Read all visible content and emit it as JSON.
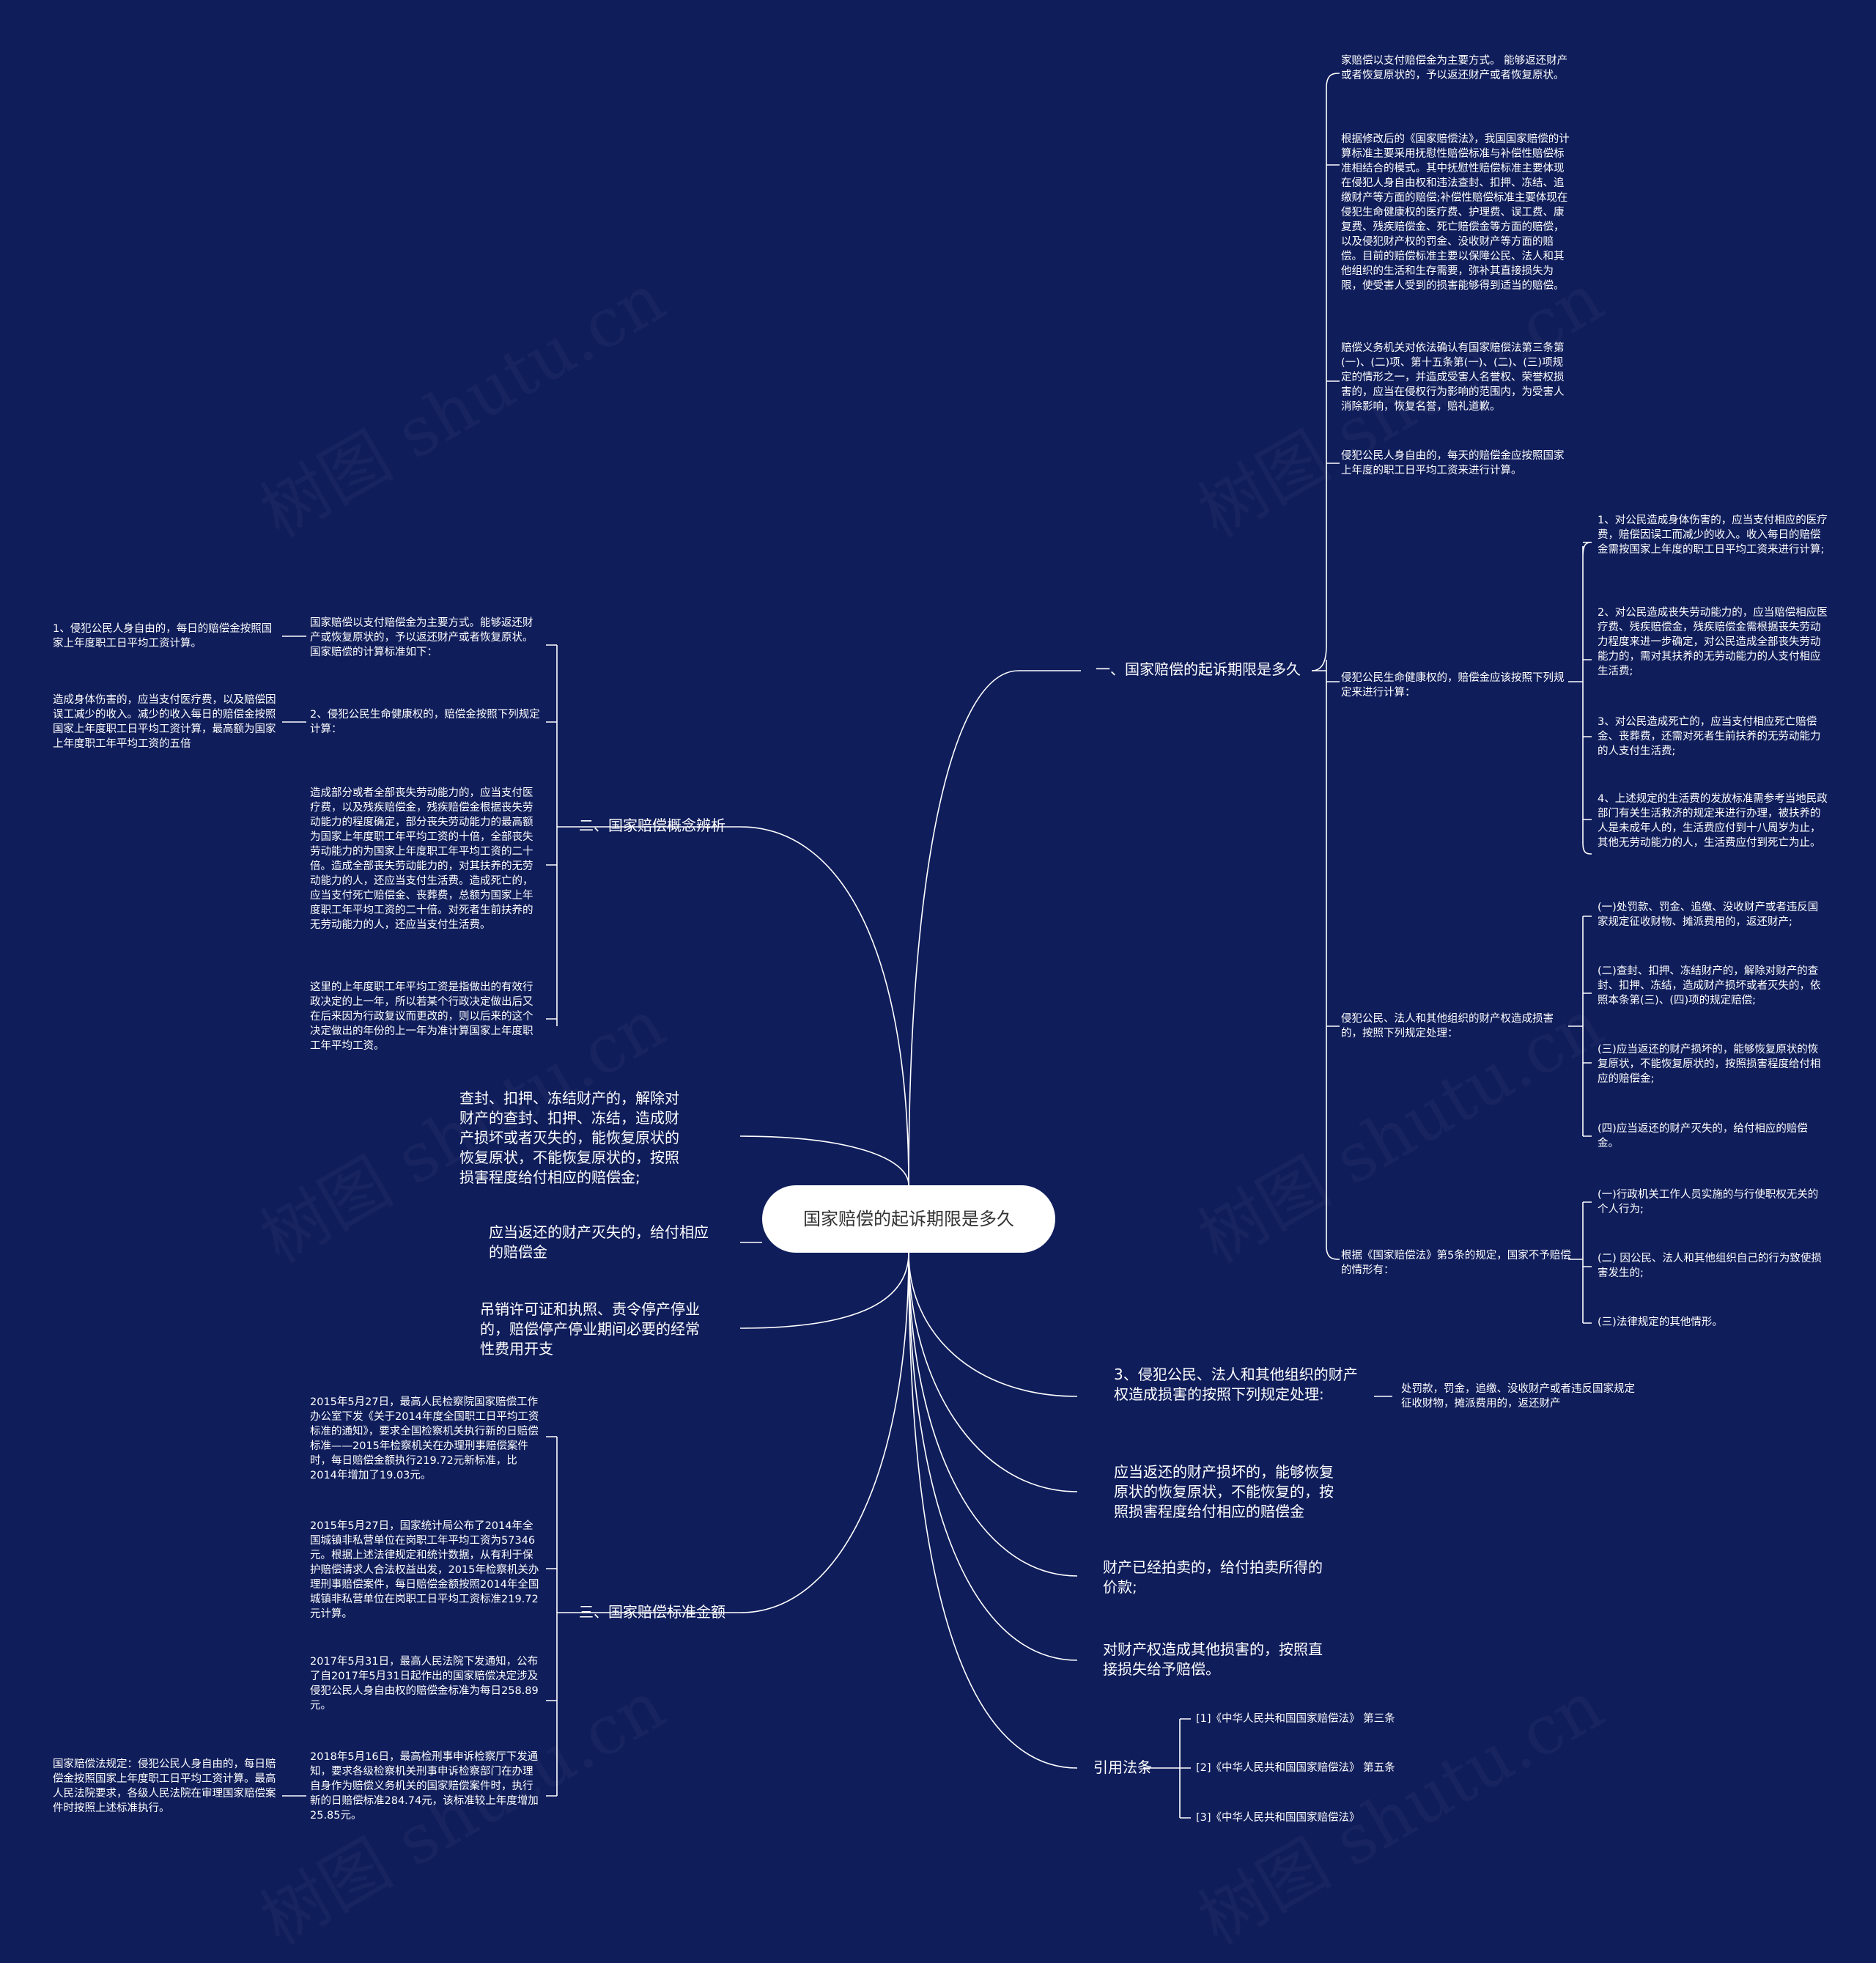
{
  "watermark": "树图 shutu.cn",
  "root": "国家赔偿的起诉期限是多久",
  "right": {
    "b1": {
      "label": "一、国家赔偿的起诉期限是多久",
      "items": [
        "家赔偿以支付赔偿金为主要方式。 能够返还财产或者恢复原状的，予以返还财产或者恢复原状。",
        "根据修改后的《国家赔偿法》，我国国家赔偿的计算标准主要采用抚慰性赔偿标准与补偿性赔偿标准相结合的模式。其中抚慰性赔偿标准主要体现在侵犯人身自由权和违法查封、扣押、冻结、追缴财产等方面的赔偿;补偿性赔偿标准主要体现在侵犯生命健康权的医疗费、护理费、误工费、康复费、残疾赔偿金、死亡赔偿金等方面的赔偿，以及侵犯财产权的罚金、没收财产等方面的赔偿。目前的赔偿标准主要以保障公民、法人和其他组织的生活和生存需要，弥补其直接损失为限，使受害人受到的损害能够得到适当的赔偿。",
        "赔偿义务机关对依法确认有国家赔偿法第三条第(一)、(二)项、第十五条第(一)、(二)、(三)项规定的情形之一，并造成受害人名誉权、荣誉权损害的，应当在侵权行为影响的范围内，为受害人消除影响，恢复名誉，赔礼道歉。",
        "侵犯公民人身自由的，每天的赔偿金应按照国家上年度的职工日平均工资来进行计算。",
        "侵犯公民生命健康权的，赔偿金应该按照下列规定来进行计算：",
        "侵犯公民、法人和其他组织的财产权造成损害的，按照下列规定处理：",
        "根据《国家赔偿法》第5条的规定，国家不予赔偿的情形有："
      ],
      "health": [
        "1、对公民造成身体伤害的，应当支付相应的医疗费，赔偿因误工而减少的收入。收入每日的赔偿金需按国家上年度的职工日平均工资来进行计算;",
        "2、对公民造成丧失劳动能力的，应当赔偿相应医疗费、残疾赔偿金，残疾赔偿金需根据丧失劳动力程度来进一步确定，对公民造成全部丧失劳动能力的，需对其扶养的无劳动能力的人支付相应生活费;",
        "3、对公民造成死亡的，应当支付相应死亡赔偿金、丧葬费，还需对死者生前扶养的无劳动能力的人支付生活费;",
        "4、上述规定的生活费的发放标准需参考当地民政部门有关生活救济的规定来进行办理，被扶养的人是未成年人的，生活费应付到十八周岁为止，其他无劳动能力的人，生活费应付到死亡为止。"
      ],
      "property": [
        "(一)处罚款、罚金、追缴、没收财产或者违反国家规定征收财物、摊派费用的，返还财产;",
        "(二)查封、扣押、冻结财产的，解除对财产的查封、扣押、冻结，造成财产损坏或者灭失的，依照本条第(三)、(四)项的规定赔偿;",
        "(三)应当返还的财产损坏的，能够恢复原状的恢复原状，不能恢复原状的，按照损害程度给付相应的赔偿金;",
        "(四)应当返还的财产灭失的，给付相应的赔偿金。"
      ],
      "exempt": [
        "(一)行政机关工作人员实施的与行使职权无关的个人行为;",
        "(二) 因公民、法人和其他组织自己的行为致使损害发生的;",
        "(三)法律规定的其他情形。"
      ]
    },
    "b2": {
      "label": "3、侵犯公民、法人和其他组织的财产权造成损害的按照下列规定处理:",
      "child": "处罚款，罚金，追缴、没收财产或者违反国家规定征收财物，摊派费用的，返还财产"
    },
    "b3": "应当返还的财产损坏的，能够恢复原状的恢复原状，不能恢复的，按照损害程度给付相应的赔偿金",
    "b4": "财产已经拍卖的，给付拍卖所得的价款;",
    "b5": "对财产权造成其他损害的，按照直接损失给予赔偿。",
    "refs": {
      "label": "引用法条",
      "items": [
        "[1]《中华人民共和国国家赔偿法》 第三条",
        "[2]《中华人民共和国国家赔偿法》 第五条",
        "[3]《中华人民共和国国家赔偿法》"
      ]
    }
  },
  "left": {
    "concept": {
      "label": "二、国家赔偿概念辨析",
      "items": [
        "国家赔偿以支付赔偿金为主要方式。能够返还财产或恢复原状的，予以返还财产或者恢复原状。国家赔偿的计算标准如下：",
        "2、侵犯公民生命健康权的，赔偿金按照下列规定计算：",
        "造成部分或者全部丧失劳动能力的，应当支付医疗费，以及残疾赔偿金，残疾赔偿金根据丧失劳动能力的程度确定，部分丧失劳动能力的最高额为国家上年度职工年平均工资的十倍，全部丧失劳动能力的为国家上年度职工年平均工资的二十倍。造成全部丧失劳动能力的，对其扶养的无劳动能力的人，还应当支付生活费。造成死亡的，应当支付死亡赔偿金、丧葬费，总额为国家上年度职工年平均工资的二十倍。对死者生前扶养的无劳动能力的人，还应当支付生活费。",
        "这里的上年度职工年平均工资是指做出的有效行政决定的上一年，所以若某个行政决定做出后又在后来因为行政复议而更改的，则以后来的这个决定做出的年份的上一年为准计算国家上年度职工年平均工资。"
      ],
      "leaf1": "1、侵犯公民人身自由的，每日的赔偿金按照国家上年度职工日平均工资计算。",
      "leaf2": "造成身体伤害的，应当支付医疗费，以及赔偿因误工减少的收入。减少的收入每日的赔偿金按照国家上年度职工日平均工资计算，最高额为国家上年度职工年平均工资的五倍"
    },
    "m1": "查封、扣押、冻结财产的，解除对财产的查封、扣押、冻结，造成财产损坏或者灭失的，能恢复原状的恢复原状，不能恢复原状的，按照损害程度给付相应的赔偿金;",
    "m2": "应当返还的财产灭失的，给付相应的赔偿金",
    "m3": "吊销许可证和执照、责令停产停业的，赔偿停产停业期间必要的经常性费用开支",
    "standard": {
      "label": "三、国家赔偿标准金额",
      "items": [
        "2015年5月27日，最高人民检察院国家赔偿工作办公室下发《关于2014年度全国职工日平均工资标准的通知》，要求全国检察机关执行新的日赔偿标准——2015年检察机关在办理刑事赔偿案件时，每日赔偿金额执行219.72元新标准，比2014年增加了19.03元。",
        "2015年5月27日，国家统计局公布了2014年全国城镇非私营单位在岗职工年平均工资为57346元。根据上述法律规定和统计数据，从有利于保护赔偿请求人合法权益出发，2015年检察机关办理刑事赔偿案件，每日赔偿金额按照2014年全国城镇非私营单位在岗职工日平均工资标准219.72元计算。",
        "2017年5月31日，最高人民法院下发通知，公布了自2017年5月31日起作出的国家赔偿决定涉及侵犯公民人身自由权的赔偿金标准为每日258.89元。",
        "2018年5月16日，最高检刑事申诉检察厅下发通知，要求各级检察机关刑事申诉检察部门在办理自身作为赔偿义务机关的国家赔偿案件时，执行新的日赔偿标准284.74元，该标准较上年度增加25.85元。"
      ],
      "leaf": "国家赔偿法规定：侵犯公民人身自由的，每日赔偿金按照国家上年度职工日平均工资计算。最高人民法院要求，各级人民法院在审理国家赔偿案件时按照上述标准执行。"
    }
  }
}
